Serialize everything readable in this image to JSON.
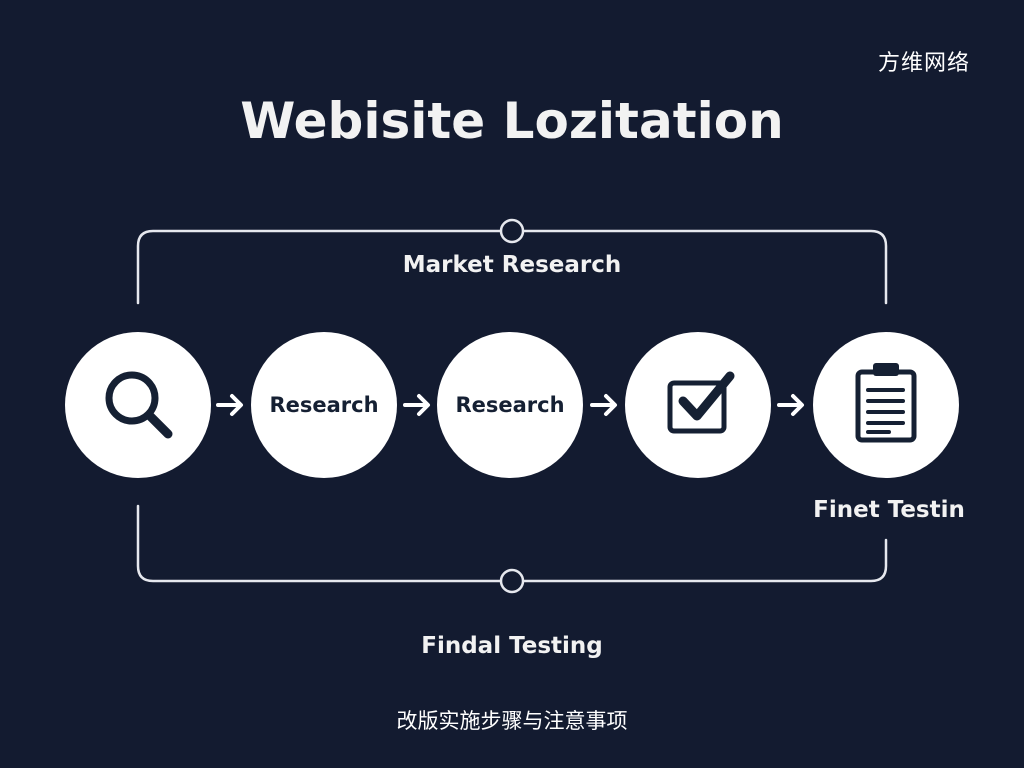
{
  "brand": "方维网络",
  "title": "Webisite Lozitation",
  "top_label": "Market Research",
  "bottom_label": "Findal Testing",
  "side_label": "Finet Testin",
  "subtitle": "改版实施步骤与注意事项",
  "colors": {
    "background": "#131b30",
    "node_fill": "#ffffff",
    "icon_ink": "#152033",
    "line": "#e6e8ee"
  },
  "steps": [
    {
      "label": "",
      "icon": "search-icon"
    },
    {
      "label": "Research",
      "icon": ""
    },
    {
      "label": "Research",
      "icon": ""
    },
    {
      "label": "",
      "icon": "checkbox-icon"
    },
    {
      "label": "",
      "icon": "clipboard-icon"
    }
  ]
}
